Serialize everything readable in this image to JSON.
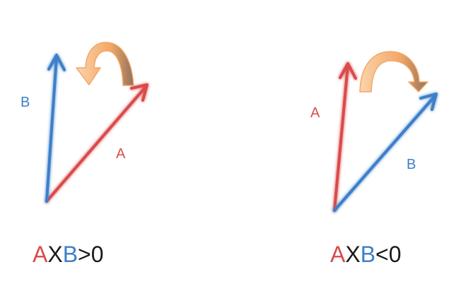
{
  "colors": {
    "vector_a": "#d94b4b",
    "vector_b": "#3d7fc9",
    "rotation_arrow": "#f2a35e",
    "text": "#1a1a1a"
  },
  "left_panel": {
    "label_a": "A",
    "label_b": "B",
    "formula": {
      "a": "A",
      "x": "X",
      "b": "B",
      "relation": ">0"
    },
    "rotation_icon": "curved-arrow-right-to-left-icon"
  },
  "right_panel": {
    "label_a": "A",
    "label_b": "B",
    "formula": {
      "a": "A",
      "x": "X",
      "b": "B",
      "relation": "<0"
    },
    "rotation_icon": "curved-arrow-left-to-right-icon"
  }
}
